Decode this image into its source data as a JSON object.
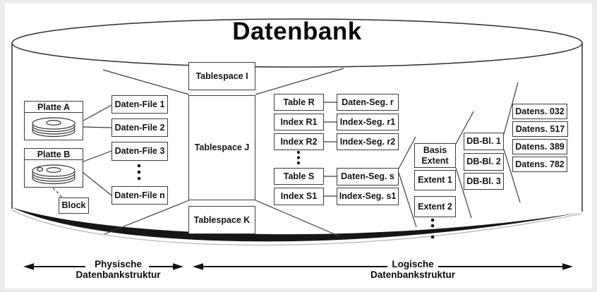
{
  "title": "Datenbank",
  "disks": {
    "a": "Platte A",
    "b": "Platte B"
  },
  "block": "Block",
  "files": [
    "Daten-File 1",
    "Daten-File 2",
    "Daten-File 3",
    "Daten-File n"
  ],
  "tablespaces": [
    "Tablespace I",
    "Tablespace J",
    "Tablespace K"
  ],
  "tables": [
    "Table R",
    "Index R1",
    "Index R2",
    "Table S",
    "Index S1"
  ],
  "segments": [
    "Daten-Seg. r",
    "Index-Seg. r1",
    "Index-Seg. r2",
    "Daten-Seg. s",
    "Index-Seg. s1"
  ],
  "extents": [
    "Basis Extent",
    "Extent 1",
    "Extent 2"
  ],
  "db_blocks": [
    "DB-Bl. 1",
    "DB-Bl. 2",
    "DB-Bl. 3"
  ],
  "records": [
    "Datens. 032",
    "Datens. 517",
    "Datens. 389",
    "Datens. 782"
  ],
  "legend": {
    "physical_line1": "Physische",
    "physical_line2": "Datenbankstruktur",
    "logical_line1": "Logische",
    "logical_line2": "Datenbankstruktur"
  },
  "colors": {
    "ink": "#141414",
    "box_border": "#3c3c3c",
    "background": "#ffffff"
  }
}
